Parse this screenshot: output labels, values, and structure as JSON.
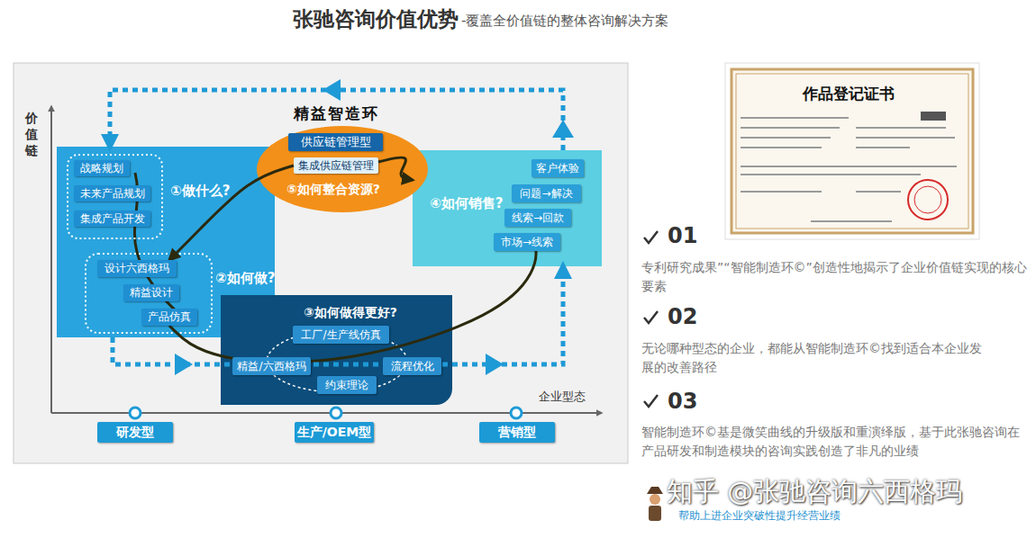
{
  "diagram": {
    "title": "张驰咨询价值优势",
    "nodes": [
      {
        "text": [
          "①做什么?",
          "②如何做?"
        ]
      },
      {
        "text": [
          "战略规划"
        ],
        "in": 0
      },
      {
        "text": [
          "未来产品规划"
        ],
        "in": 0
      },
      {
        "text": [
          "集成产品开发"
        ],
        "in": 0
      },
      {
        "text": [
          "设计六西格玛"
        ],
        "in": 0
      },
      {
        "text": [
          "精益设计"
        ],
        "in": 0
      },
      {
        "text": [
          "产品仿真"
        ],
        "in": 0
      },
      {
        "text": [
          "精益智造环",
          "⑤如何整合资源?"
        ]
      },
      {
        "text": [
          "供应链管理型"
        ],
        "in": 7
      },
      {
        "text": [
          "集成供应链管理"
        ],
        "in": 7
      },
      {
        "text": [
          "④如何销售?"
        ]
      },
      {
        "text": [
          "客户体验"
        ],
        "in": 10
      },
      {
        "text": [
          "问题→解决"
        ],
        "in": 10
      },
      {
        "text": [
          "线索→回款"
        ],
        "in": 10
      },
      {
        "text": [
          "市场→线索"
        ],
        "in": 10
      },
      {
        "text": [
          "③如何做得更好?"
        ]
      },
      {
        "text": [
          "工厂/生产线仿真"
        ],
        "in": 15
      },
      {
        "text": [
          "精益/六西格玛"
        ],
        "in": 15
      },
      {
        "text": [
          "流程优化"
        ],
        "in": 15
      },
      {
        "text": [
          "约束理论"
        ],
        "in": 15
      },
      {
        "text": [
          "研发型"
        ]
      },
      {
        "text": [
          "生产/OEM型"
        ]
      },
      {
        "text": [
          "营销型"
        ]
      }
    ],
    "edges": [
      {
        "from": 10,
        "to": 0,
        "arrow": "to"
      },
      {
        "from": 9,
        "to": 4,
        "arrow": "to"
      },
      {
        "from": 9,
        "to": 10,
        "arrow": "to"
      },
      {
        "from": 6,
        "to": 14,
        "arrow": "none"
      },
      {
        "from": 0,
        "to": 10,
        "arrow": "to"
      }
    ],
    "labels": [
      "-覆盖全价值链的整体咨询解决方案",
      "价值链",
      "企业型态",
      "作品登记证书",
      "01",
      "专利研究成果”“智能制造环©”创造性地揭示了企业价值链实现的核心要素",
      "02",
      "无论哪种型态的企业，都能从智能制造环©找到适合本企业发展的改善路径",
      "03",
      "智能制造环©基是微笑曲线的升级版和重演绎版，基于此张驰咨询在产品研发和制造模块的咨询实践创造了非凡的业绩",
      "知乎 @张驰咨询六西格玛",
      "帮助上进企业突破性提升经营业绩"
    ]
  }
}
